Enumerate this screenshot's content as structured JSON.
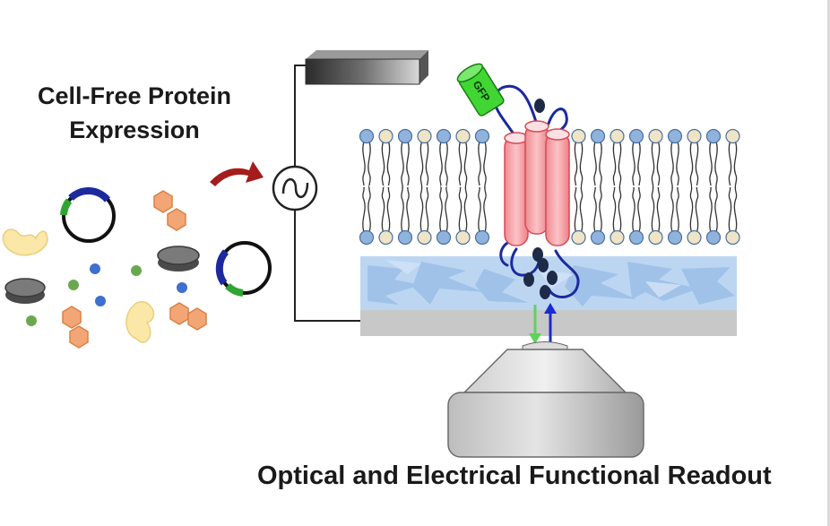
{
  "title": {
    "line1": "Cell-Free Protein",
    "line2": "Expression"
  },
  "gfp_label": "GFP",
  "readout_label": "Optical and Electrical Functional Readout",
  "colors": {
    "head_blue": "#8fb3dc",
    "head_cream": "#efe4c6",
    "helix_red": "#f5a3a8",
    "loop_blue": "#1c2a9e",
    "gfp_green": "#41d633",
    "ribosome_yellow": "#fbe7a8",
    "hexagon_orange": "#f3a675",
    "arrow_red": "#a51c1c",
    "cushion_blue": "#bcd6f2",
    "substrate_gray": "#c8c8c8"
  },
  "icons": [
    "plasmid-icon",
    "ribosome-icon",
    "hexagon-molecule-icon",
    "ac-source-icon",
    "electrode-icon",
    "objective-lens-icon",
    "gfp-barrel-icon"
  ]
}
